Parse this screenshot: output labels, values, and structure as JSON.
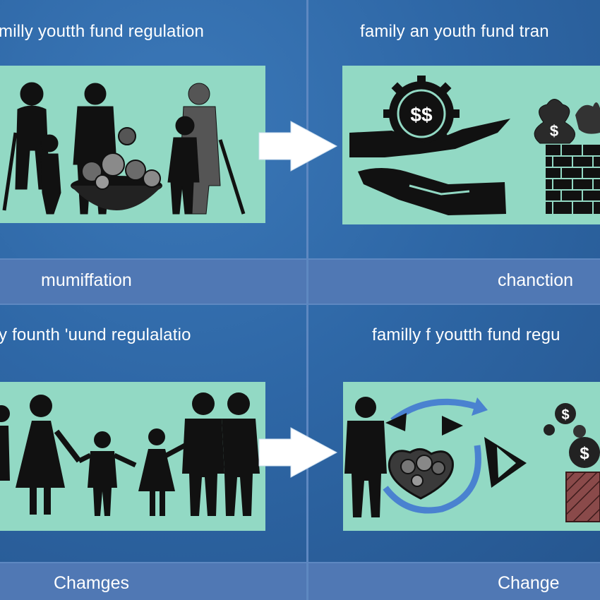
{
  "panels": [
    {
      "title": "milly youtth fund regulation",
      "caption": "mumiffation"
    },
    {
      "title": "family an youth fund tran",
      "caption": "chanction"
    },
    {
      "title": "y founth 'uund regulalatio",
      "caption": "Chamges"
    },
    {
      "title": "familly f youtth fund regu",
      "caption": "Change"
    }
  ],
  "icons": {
    "money_symbol": "$$",
    "dollar": "$"
  },
  "colors": {
    "background": "#2f65a3",
    "card": "#92d9c4",
    "caption_bar": "#5078b4",
    "figure": "#111111",
    "arrow": "#ffffff"
  }
}
